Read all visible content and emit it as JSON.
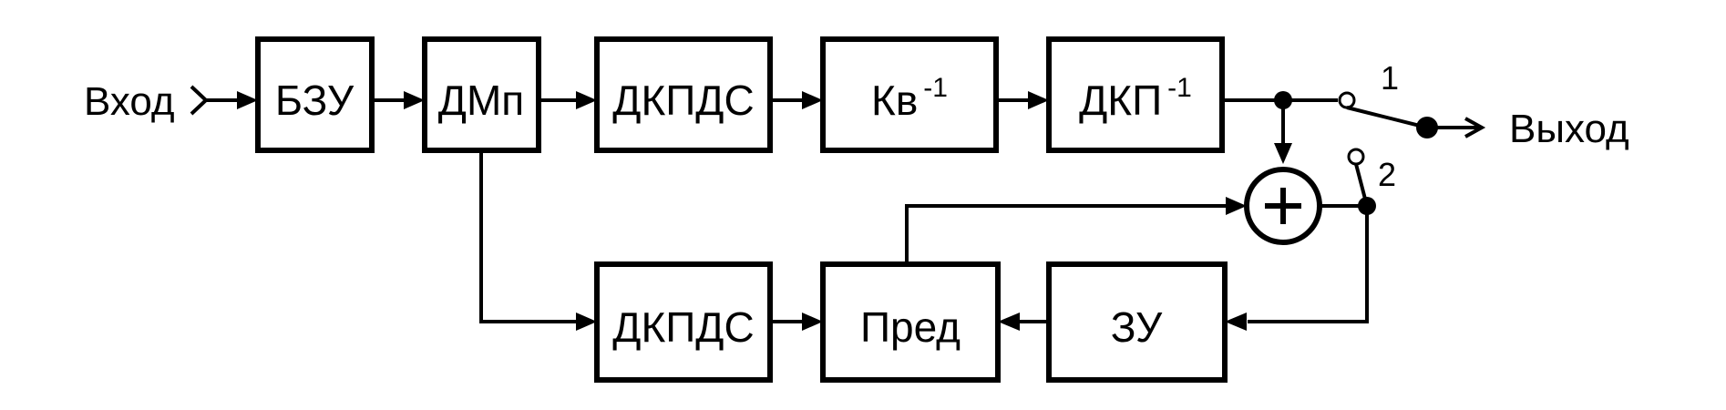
{
  "input_label": "Вход",
  "output_label": "Выход",
  "blocks": {
    "bzu": "БЗУ",
    "dmp": "ДМп",
    "dkpds_top": "ДКПДС",
    "kv_inv": {
      "base": "Кв",
      "sup": "-1"
    },
    "dkp_inv": {
      "base": "ДКП",
      "sup": "-1"
    },
    "dkpds_bottom": "ДКПДС",
    "pred": "Пред",
    "zu": "ЗУ"
  },
  "adder_symbol": "+",
  "switch": {
    "position_1": "1",
    "position_2": "2"
  }
}
